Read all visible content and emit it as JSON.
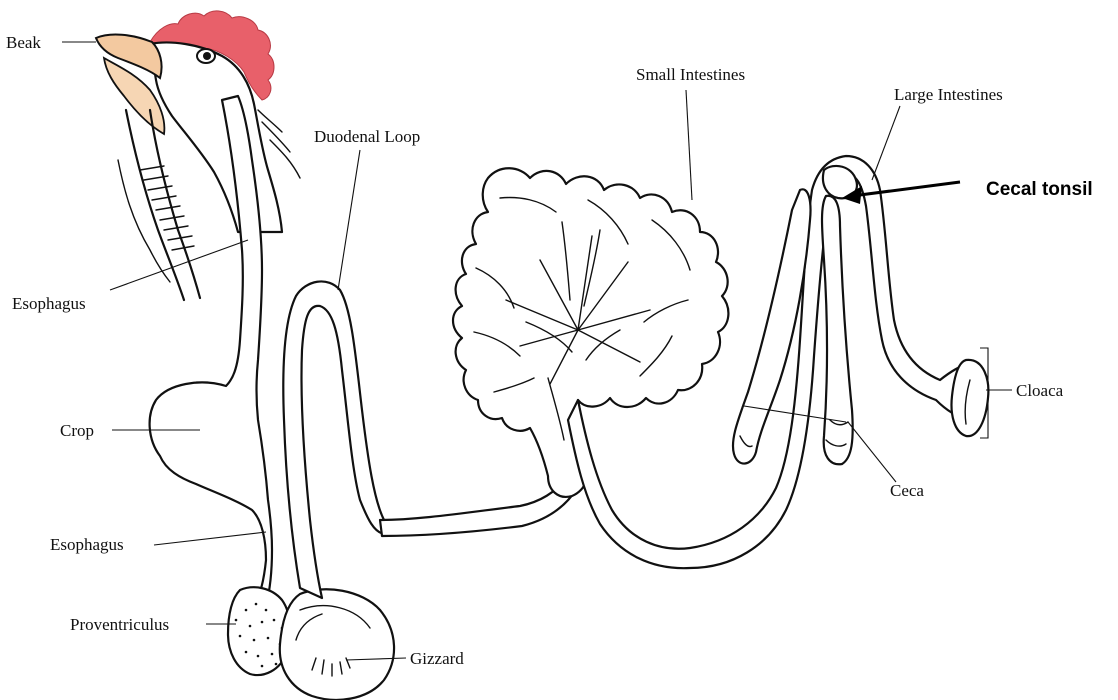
{
  "labels": {
    "beak": "Beak",
    "esophagus_upper": "Esophagus",
    "crop": "Crop",
    "esophagus_lower": "Esophagus",
    "proventriculus": "Proventriculus",
    "gizzard": "Gizzard",
    "duodenal_loop": "Duodenal Loop",
    "small_intestines": "Small Intestines",
    "large_intestines": "Large Intestines",
    "cecal_tonsil": "Cecal tonsil",
    "cloaca": "Cloaca",
    "ceca": "Ceca"
  },
  "colors": {
    "comb": "#e8606a",
    "beak": "#f3c9a0",
    "outline": "#111111"
  }
}
